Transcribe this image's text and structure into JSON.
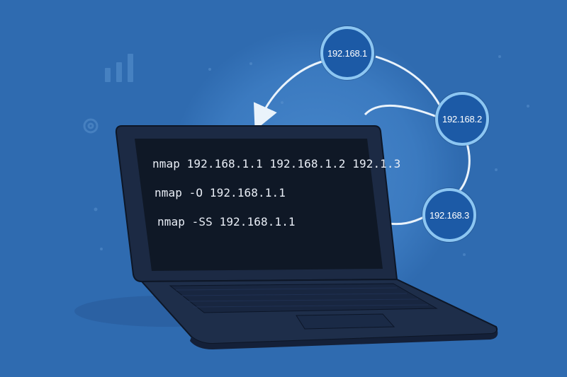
{
  "terminal": {
    "lines": [
      "nmap 192.168.1.1 192.168.1.2 192.1.3",
      "nmap -O 192.168.1.1",
      "nmap -SS 192.168.1.1"
    ]
  },
  "network": {
    "nodes": [
      "192.168.1",
      "192.168.2",
      "192.168.3"
    ]
  },
  "colors": {
    "background": "#2f6bb0",
    "glow": "#4a8bd0",
    "laptop_body": "#1c2a44",
    "screen": "#0f1826",
    "node_fill": "#1c5aa6",
    "node_ring": "#8cc6f2",
    "arrow": "#eaf3fb"
  },
  "icons": [
    "bar-chart-icon",
    "gear-icon",
    "laptop-icon",
    "network-node-icon",
    "arrow-icon"
  ]
}
